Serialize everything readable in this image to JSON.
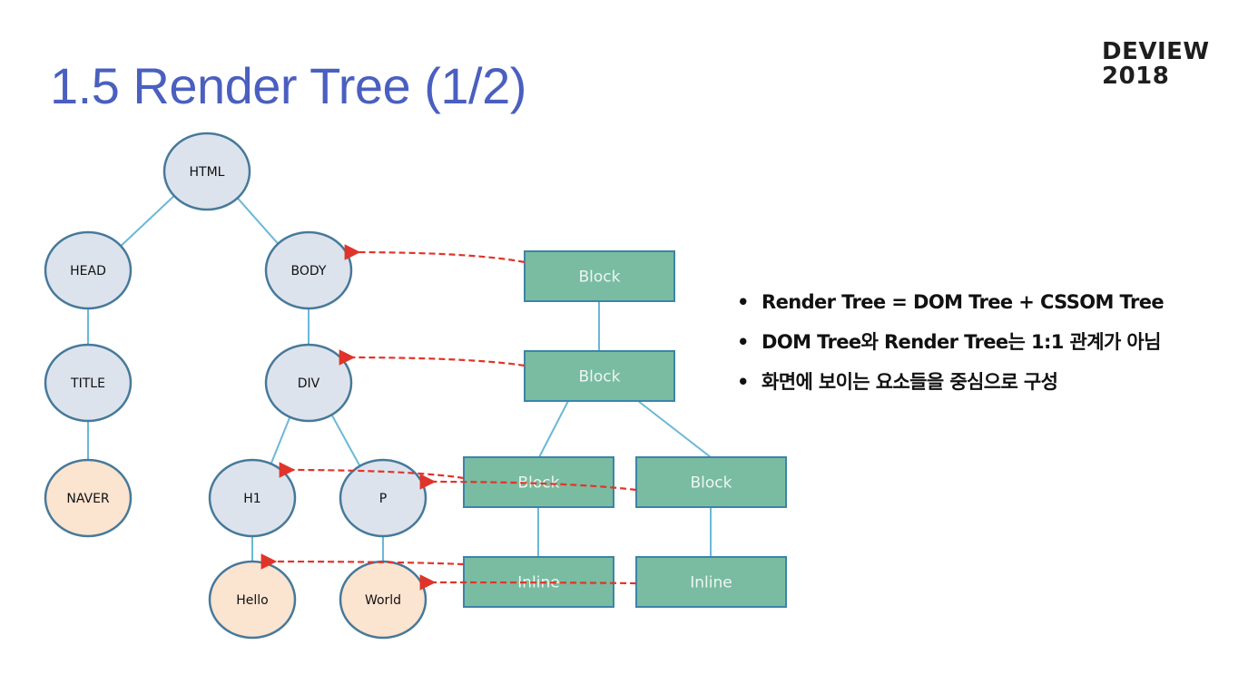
{
  "slide": {
    "title": "1.5 Render Tree (1/2)",
    "logo": {
      "line1": "DEVIEW",
      "line2": "2018"
    },
    "bullets": [
      "Render Tree = DOM Tree + CSSOM Tree",
      "DOM Tree와 Render Tree는 1:1 관계가 아님",
      "화면에 보이는 요소들을 중심으로 구성"
    ]
  },
  "diagram": {
    "colors": {
      "element_node": "#dde3ec",
      "text_node": "#fbe4d0",
      "node_border": "#46799a",
      "edge": "#6bb8d8",
      "render_box": "#79bca1",
      "render_box_border": "#3d84a8",
      "mapping_arrow": "#e0342a"
    },
    "dom_nodes": [
      {
        "id": "html",
        "label": "HTML",
        "kind": "element"
      },
      {
        "id": "head",
        "label": "HEAD",
        "kind": "element"
      },
      {
        "id": "body",
        "label": "BODY",
        "kind": "element"
      },
      {
        "id": "title",
        "label": "TITLE",
        "kind": "element"
      },
      {
        "id": "div",
        "label": "DIV",
        "kind": "element"
      },
      {
        "id": "naver",
        "label": "NAVER",
        "kind": "text"
      },
      {
        "id": "h1",
        "label": "H1",
        "kind": "element"
      },
      {
        "id": "p",
        "label": "P",
        "kind": "element"
      },
      {
        "id": "hello",
        "label": "Hello",
        "kind": "text"
      },
      {
        "id": "world",
        "label": "World",
        "kind": "text"
      }
    ],
    "dom_edges": [
      [
        "html",
        "head"
      ],
      [
        "html",
        "body"
      ],
      [
        "head",
        "title"
      ],
      [
        "title",
        "naver"
      ],
      [
        "body",
        "div"
      ],
      [
        "div",
        "h1"
      ],
      [
        "div",
        "p"
      ],
      [
        "h1",
        "hello"
      ],
      [
        "p",
        "world"
      ]
    ],
    "render_nodes": [
      {
        "id": "r1",
        "label": "Block"
      },
      {
        "id": "r2",
        "label": "Block"
      },
      {
        "id": "r3",
        "label": "Block"
      },
      {
        "id": "r4",
        "label": "Block"
      },
      {
        "id": "r5",
        "label": "Inline"
      },
      {
        "id": "r6",
        "label": "Inline"
      }
    ],
    "render_edges": [
      [
        "r1",
        "r2"
      ],
      [
        "r2",
        "r3"
      ],
      [
        "r2",
        "r4"
      ],
      [
        "r3",
        "r5"
      ],
      [
        "r4",
        "r6"
      ]
    ],
    "mappings": [
      [
        "r1",
        "body"
      ],
      [
        "r2",
        "div"
      ],
      [
        "r3",
        "h1"
      ],
      [
        "r4",
        "p"
      ],
      [
        "r5",
        "hello"
      ],
      [
        "r6",
        "world"
      ]
    ]
  }
}
